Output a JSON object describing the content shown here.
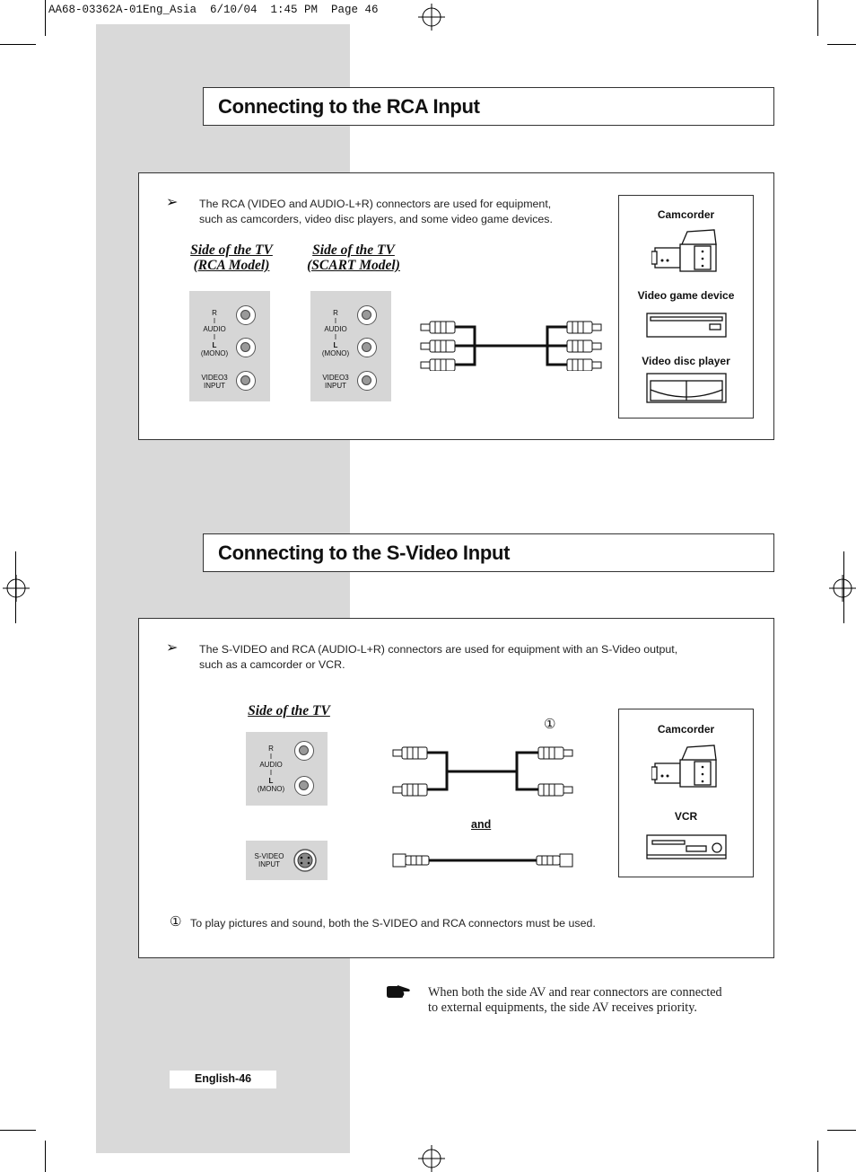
{
  "print_header": "AA68-03362A-01Eng_Asia  6/10/04  1:45 PM  Page 46",
  "section1": {
    "title": "Connecting to the RCA Input",
    "note_line1": "The RCA (VIDEO and AUDIO-L+R) connectors are used for equipment,",
    "note_line2": "such as camcorders, video disc players, and some video game devices.",
    "panel_left_title_line1": "Side of the TV",
    "panel_left_title_line2": "(RCA Model)",
    "panel_right_title_line1": "Side of the TV",
    "panel_right_title_line2": "(SCART Model)",
    "jack_labels": {
      "r": "R",
      "audio": "AUDIO",
      "l": "L",
      "mono": "(MONO)",
      "video3": "VIDEO3",
      "input": "INPUT"
    },
    "devices": [
      "Camcorder",
      "Video game device",
      "Video disc player"
    ]
  },
  "section2": {
    "title": "Connecting to the S-Video Input",
    "note_line1": "The S-VIDEO and RCA (AUDIO-L+R) connectors are used for equipment with an S-Video output,",
    "note_line2": "such as a camcorder or VCR.",
    "panel_title": "Side of the TV",
    "jack_labels": {
      "r": "R",
      "audio": "AUDIO",
      "l": "L",
      "mono": "(MONO)",
      "svideo": "S-VIDEO",
      "input": "INPUT"
    },
    "marker": "①",
    "and_label": "and",
    "devices": [
      "Camcorder",
      "VCR"
    ],
    "footnote_marker": "①",
    "footnote": "To play pictures and sound, both the S-VIDEO and RCA connectors must be used."
  },
  "tip": {
    "icon": "pointing-hand-icon",
    "line1": "When both the side AV and rear connectors are connected",
    "line2": "to external equipments, the side AV receives priority."
  },
  "footer": "English-46"
}
